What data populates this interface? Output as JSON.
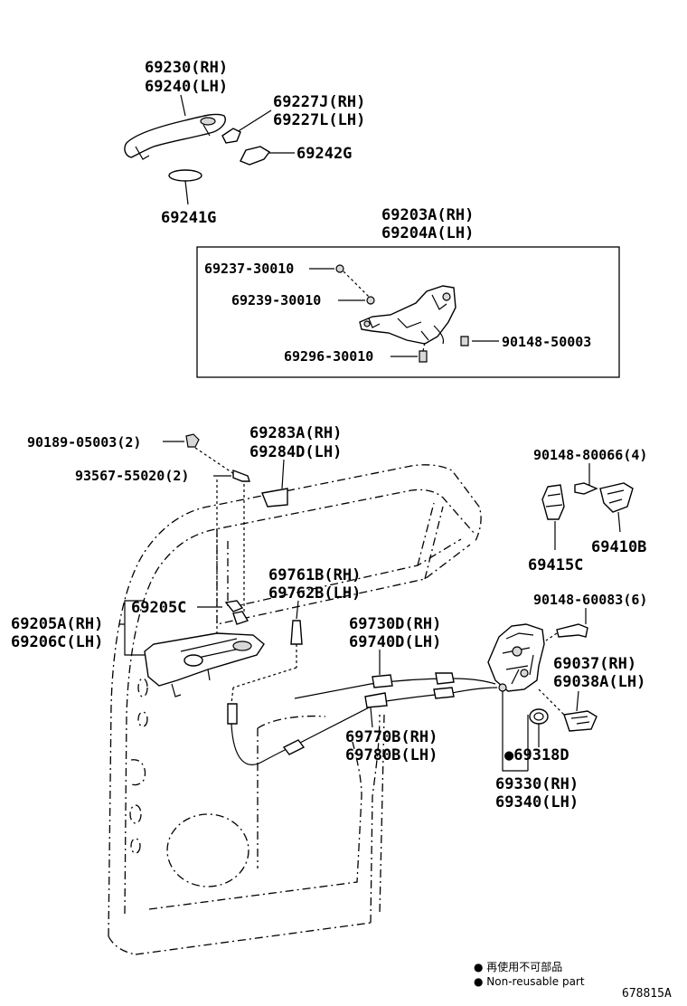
{
  "labels": {
    "p69230": "69230(RH)",
    "p69240": "69240(LH)",
    "p69227J": "69227J(RH)",
    "p69227L": "69227L(LH)",
    "p69242G": "69242G",
    "p69241G": "69241G",
    "p69203A": "69203A(RH)",
    "p69204A": "69204A(LH)",
    "p69237": "69237-30010",
    "p69239": "69239-30010",
    "p90148_50003": "90148-50003",
    "p69296": "69296-30010",
    "p90189": "90189-05003(2)",
    "p93567": "93567-55020(2)",
    "p69283A": "69283A(RH)",
    "p69284D": "69284D(LH)",
    "p90148_80066": "90148-80066(4)",
    "p69415C": "69415C",
    "p69410B": "69410B",
    "p69761B": "69761B(RH)",
    "p69762B": "69762B(LH)",
    "p69205C": "69205C",
    "p69205A": "69205A(RH)",
    "p69206C": "69206C(LH)",
    "p69730D": "69730D(RH)",
    "p69740D": "69740D(LH)",
    "p90148_60083": "90148-60083(6)",
    "p69037": "69037(RH)",
    "p69038A": "69038A(LH)",
    "p69770B": "69770B(RH)",
    "p69780B": "69780B(LH)",
    "p69318D": "●69318D",
    "p69330": "69330(RH)",
    "p69340": "69340(LH)"
  },
  "legend": {
    "line1": "● 再使用不可部品",
    "line2": "● Non-reusable part"
  },
  "diagram_code": "678815A"
}
